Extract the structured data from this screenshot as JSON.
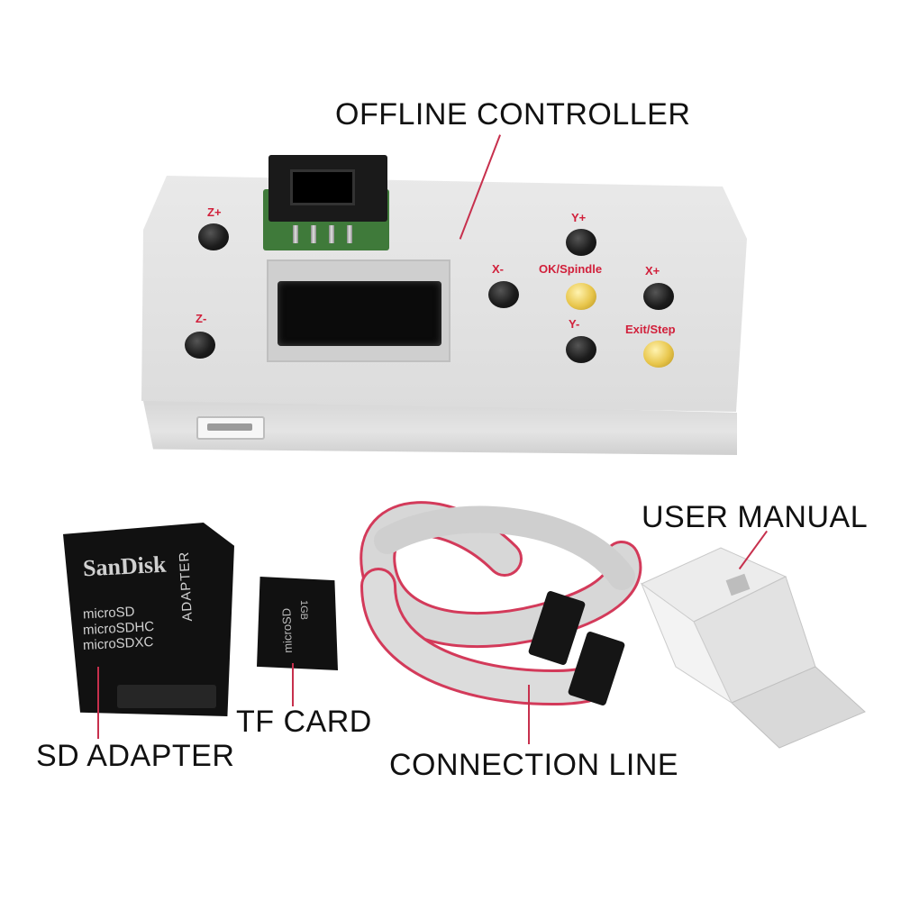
{
  "callouts": {
    "offline_controller": "OFFLINE CONTROLLER",
    "user_manual": "USER MANUAL",
    "tf_card": "TF CARD",
    "sd_adapter": "SD ADAPTER",
    "connection_line": "CONNECTION LINE"
  },
  "controller": {
    "buttons": {
      "z_plus": "Z+",
      "z_minus": "Z-",
      "y_plus": "Y+",
      "y_minus": "Y-",
      "x_minus": "X-",
      "x_plus": "X+",
      "ok_spindle": "OK/Spindle",
      "exit_step": "Exit/Step"
    }
  },
  "sd_card": {
    "brand": "SanDisk",
    "lines": [
      "microSD",
      "microSDHC",
      "microSDXC"
    ],
    "adapter_text": "ADAPTER"
  },
  "tf_card": {
    "text": "microSD",
    "size": "1GB"
  },
  "colors": {
    "leader": "#c7304d",
    "button_label": "#d1203b",
    "button_yellow": "#e8c64c",
    "cable_edge": "#d33a5a"
  }
}
